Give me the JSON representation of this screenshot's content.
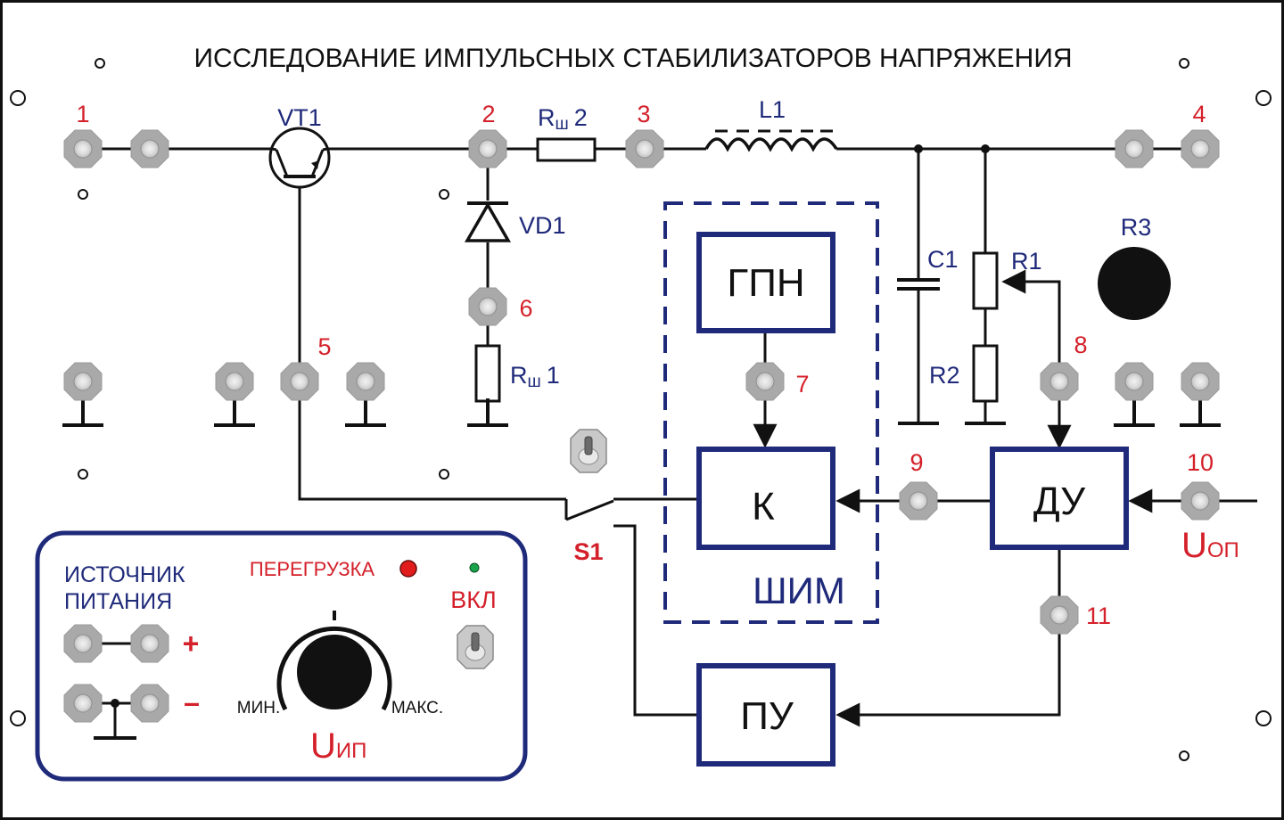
{
  "title": "ИССЛЕДОВАНИЕ ИМПУЛЬСНЫХ СТАБИЛИЗАТОРОВ НАПРЯЖЕНИЯ",
  "colors": {
    "wire": "#111111",
    "block_border": "#1f2a7a",
    "node_label": "#d4202a",
    "component_label": "#1f2a7a",
    "jack": "#a9a9a9",
    "led_red": "#e01c1c",
    "led_green": "#1aa34a"
  },
  "nodes": {
    "n1": "1",
    "n2": "2",
    "n3": "3",
    "n4": "4",
    "n5": "5",
    "n6": "6",
    "n7": "7",
    "n8": "8",
    "n9": "9",
    "n10": "10",
    "n11": "11"
  },
  "components": {
    "vt1": "VT1",
    "vd1": "VD1",
    "rsh2_r": "R",
    "rsh2_sub": "ш",
    "rsh2_n": "2",
    "rsh1_r": "R",
    "rsh1_sub": "ш",
    "rsh1_n": "1",
    "l1": "L1",
    "c1": "C1",
    "r1": "R1",
    "r2": "R2",
    "r3": "R3",
    "s1": "S1"
  },
  "blocks": {
    "gpn": "ГПН",
    "k": "К",
    "du": "ДУ",
    "pu": "ПУ",
    "shim": "ШИМ"
  },
  "uop": {
    "main": "U",
    "sub": "ОП"
  },
  "power": {
    "title_line1": "ИСТОЧНИК",
    "title_line2": "ПИТАНИЯ",
    "overload": "ПЕРЕГРУЗКА",
    "on": "ВКЛ",
    "plus": "+",
    "minus": "–",
    "min": "МИН.",
    "max": "МАКС.",
    "uip_main": "U",
    "uip_sub": "ИП"
  }
}
